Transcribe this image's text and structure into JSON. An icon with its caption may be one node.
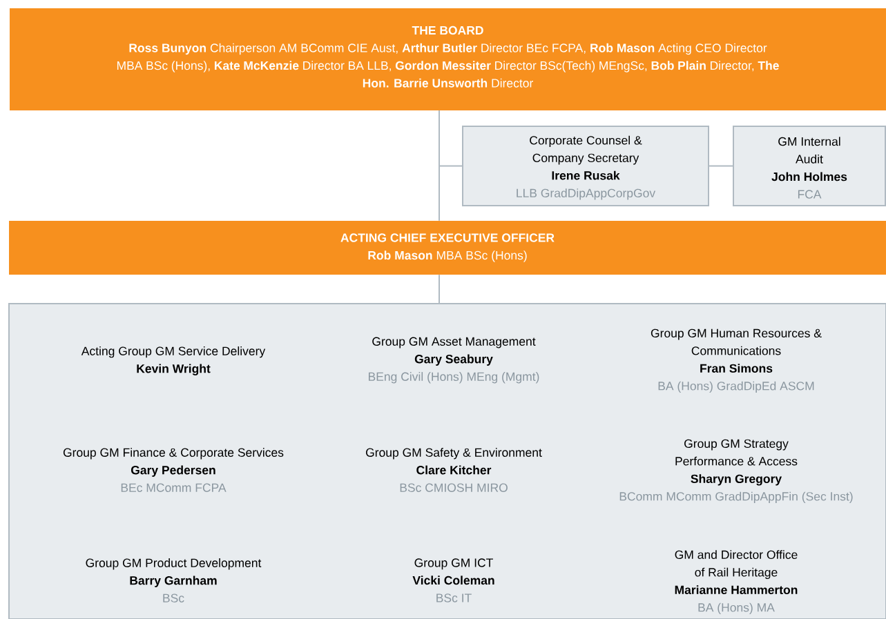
{
  "diagram": {
    "nodes": [
      {
        "text": [
          "THE BOARD",
          "**Ross Bunyon** Chairperson AM BComm CIE Aust, **Arthur Butler** Director BEc FCPA, **Rob Mason** Acting CEO Director MBA BSc (Hons), **Kate McKenzie** Director BA LLB, **Gordon Messiter** Director BSc(Tech) MEngSc, **Bob Plain** Director, **The Hon. Barrie Unsworth** Director"
        ]
      },
      {
        "text": [
          "Corporate Counsel & Company Secretary",
          "Irene Rusak",
          "LLB GradDipAppCorpGov"
        ]
      },
      {
        "text": [
          "GM Internal Audit",
          "John Holmes",
          "FCA"
        ]
      },
      {
        "text": [
          "ACTING CHIEF EXECUTIVE OFFICER",
          "**Rob Mason** MBA BSc (Hons)"
        ]
      },
      {
        "text": [],
        "shape": "box"
      },
      {
        "text": [
          "Acting Group GM Service Delivery",
          "Kevin Wright"
        ],
        "in": 4
      },
      {
        "text": [
          "Group GM Asset Management",
          "Gary Seabury",
          "BEng Civil (Hons) MEng (Mgmt)"
        ],
        "in": 4
      },
      {
        "text": [
          "Group GM Human Resources & Communications",
          "Fran Simons",
          "BA (Hons) GradDipEd ASCM"
        ],
        "in": 4
      },
      {
        "text": [
          "Group GM Finance & Corporate Services",
          "Gary Pedersen",
          "BEc MComm FCPA"
        ],
        "in": 4
      },
      {
        "text": [
          "Group GM Safety & Environment",
          "Clare Kitcher",
          "BSc CMIOSH MIRO"
        ],
        "in": 4
      },
      {
        "text": [
          "Group GM Strategy Performance & Access",
          "Sharyn Gregory",
          "BComm MComm GradDipAppFin (Sec Inst)"
        ],
        "in": 4
      },
      {
        "text": [
          "Group GM Product Development",
          "Barry Garnham",
          "BSc"
        ],
        "in": 4
      },
      {
        "text": [
          "Group GM ICT",
          "Vicki Coleman",
          "BSc IT"
        ],
        "in": 4
      },
      {
        "text": [
          "GM and Director Office of Rail Heritage",
          "Marianne Hammerton",
          "BA (Hons) MA"
        ],
        "in": 4
      }
    ],
    "edges": [
      {
        "from": 0,
        "to": 3,
        "arrow": "none"
      },
      {
        "from": 0,
        "to": 1,
        "arrow": "none"
      },
      {
        "from": 1,
        "to": 2,
        "arrow": "none"
      },
      {
        "from": 3,
        "to": 4,
        "arrow": "none"
      }
    ]
  }
}
